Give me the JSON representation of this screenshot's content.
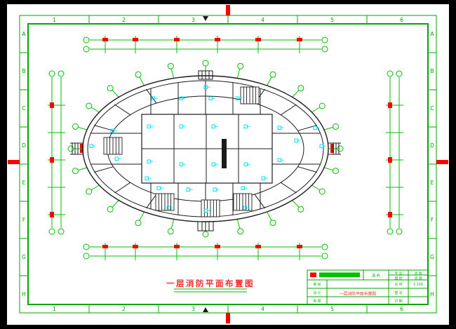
{
  "colors": {
    "background": "#000000",
    "paper": "#ffffff",
    "frame": "#00a800",
    "dim": "#00c000",
    "wall": "#1b1b1b",
    "red": "#ff0000",
    "cyan": "#00e5ff",
    "title_red": "#ff2a2a"
  },
  "sheet_grid": {
    "cols": [
      "1",
      "2",
      "3",
      "4",
      "5",
      "6"
    ],
    "rows": [
      "A",
      "B",
      "C",
      "D",
      "E",
      "F",
      "G",
      "H"
    ]
  },
  "drawing": {
    "title": "一层消防平面布置图"
  },
  "title_block": {
    "legend_label": "图 例",
    "corner": {
      "profession_label": "专 业",
      "profession": "消 防",
      "category_label": "图 别",
      "category": "消 施"
    },
    "rows": [
      {
        "label": "审 核"
      },
      {
        "label": "设 计"
      },
      {
        "label": "制 图"
      }
    ],
    "right_rows": [
      {
        "label": "比 例",
        "value": "1:100"
      },
      {
        "label": "图 号",
        "value": ""
      },
      {
        "label": "日 期",
        "value": ""
      }
    ],
    "drawing_name": "一层消防平面布置图"
  }
}
